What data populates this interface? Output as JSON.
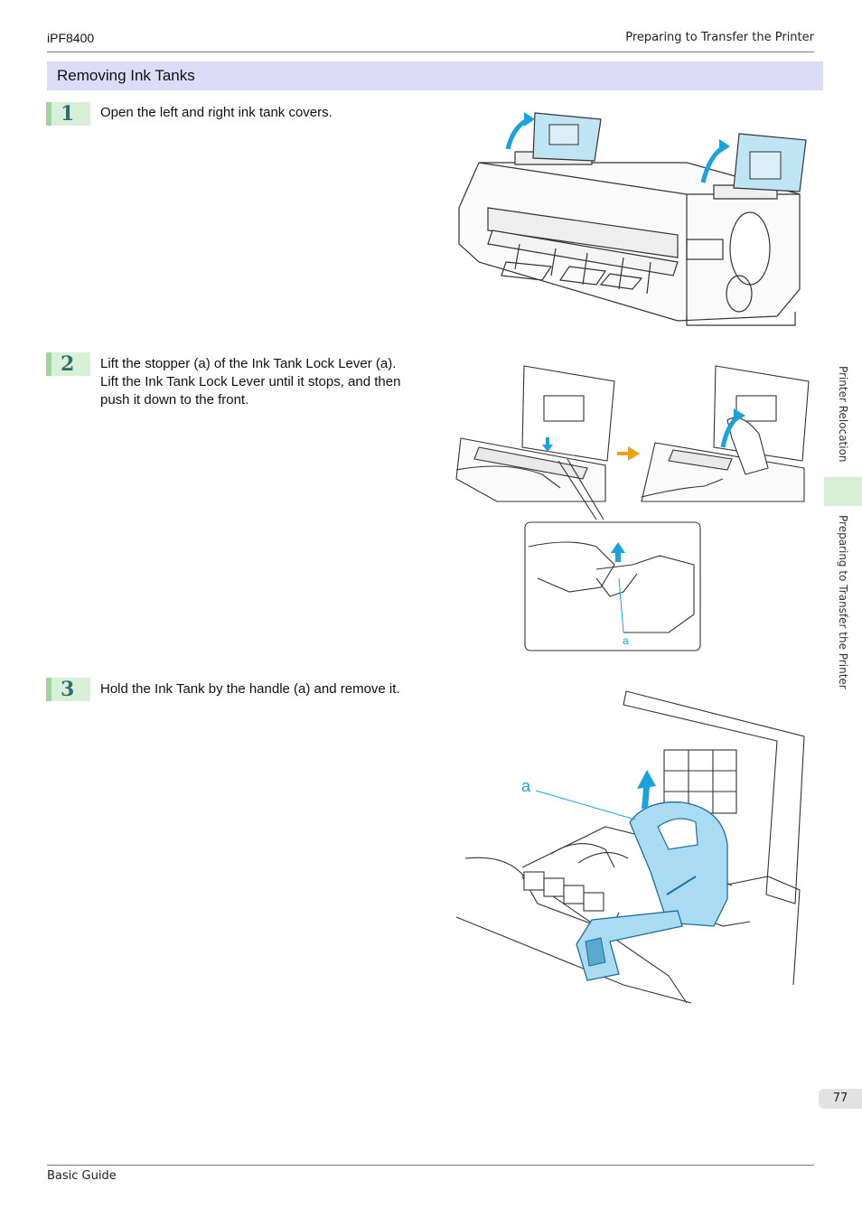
{
  "header": {
    "model": "iPF8400",
    "chapter": "Preparing to Transfer the Printer"
  },
  "section": {
    "title": "Removing Ink Tanks"
  },
  "steps": [
    {
      "number": "1",
      "lines": [
        "Open the left and right ink tank covers."
      ]
    },
    {
      "number": "2",
      "lines": [
        "Lift the stopper (a) of the Ink Tank Lock Lever (a).",
        "Lift the Ink Tank Lock Lever until it stops, and then",
        "push it down to the front."
      ]
    },
    {
      "number": "3",
      "lines": [
        "Hold the Ink Tank by the handle (a) and remove it."
      ]
    }
  ],
  "figures": {
    "step2_callout": "a",
    "step3_callout": "a"
  },
  "side_tabs": [
    {
      "label": "Printer Relocation"
    },
    {
      "label": "Preparing to Transfer the Printer"
    }
  ],
  "page_number": "77",
  "footer": {
    "title": "Basic Guide"
  },
  "colors": {
    "accent_blue": "#1aa2dd",
    "arrow_orange": "#f2a20f",
    "section_bg": "#dcdcf8",
    "tab_green": "#d6efd6"
  }
}
